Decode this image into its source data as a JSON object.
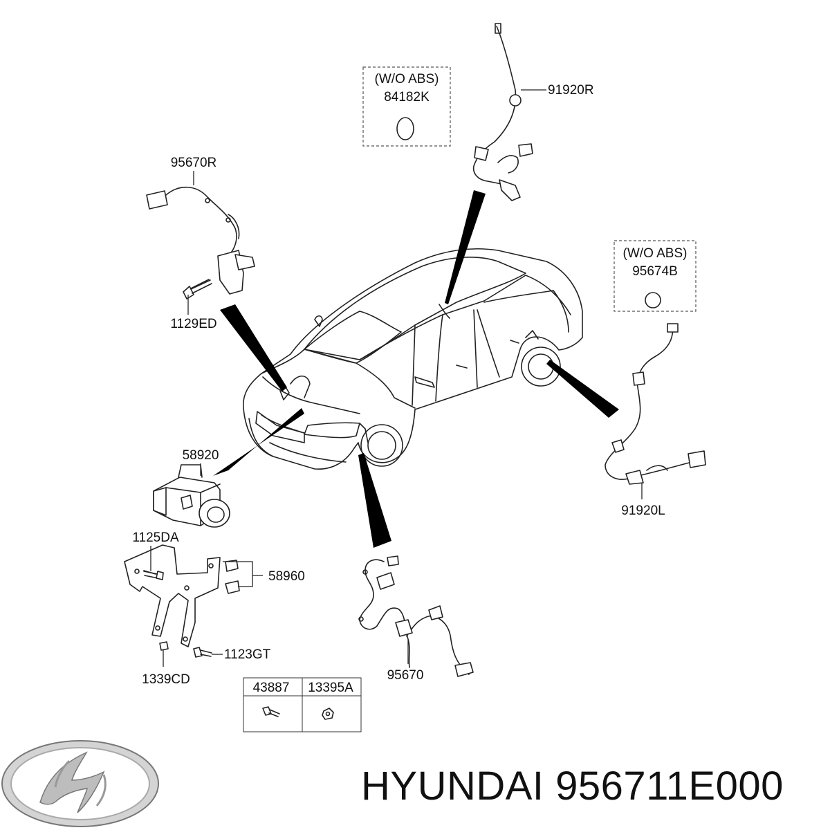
{
  "labels": {
    "speed_sensor_rh_front": "95670R",
    "bolt_front_sensor": "1129ED",
    "abs_module": "58920",
    "bracket_bolt": "1125DA",
    "bushing": "58960",
    "bracket_bolt_2": "1123GT",
    "nut": "1339CD",
    "speed_sensor_lh_front": "95670",
    "rear_cable_rh": "91920R",
    "rear_cable_lh": "91920L",
    "box_1_condition": "(W/O ABS)",
    "box_1_part": "84182K",
    "box_2_condition": "(W/O ABS)",
    "box_2_part": "95674B"
  },
  "fastener_table": {
    "headers": [
      "43887",
      "13395A"
    ]
  },
  "brand": {
    "logo_name": "hyundai-logo",
    "text": "HYUNDAI 956711E000"
  }
}
